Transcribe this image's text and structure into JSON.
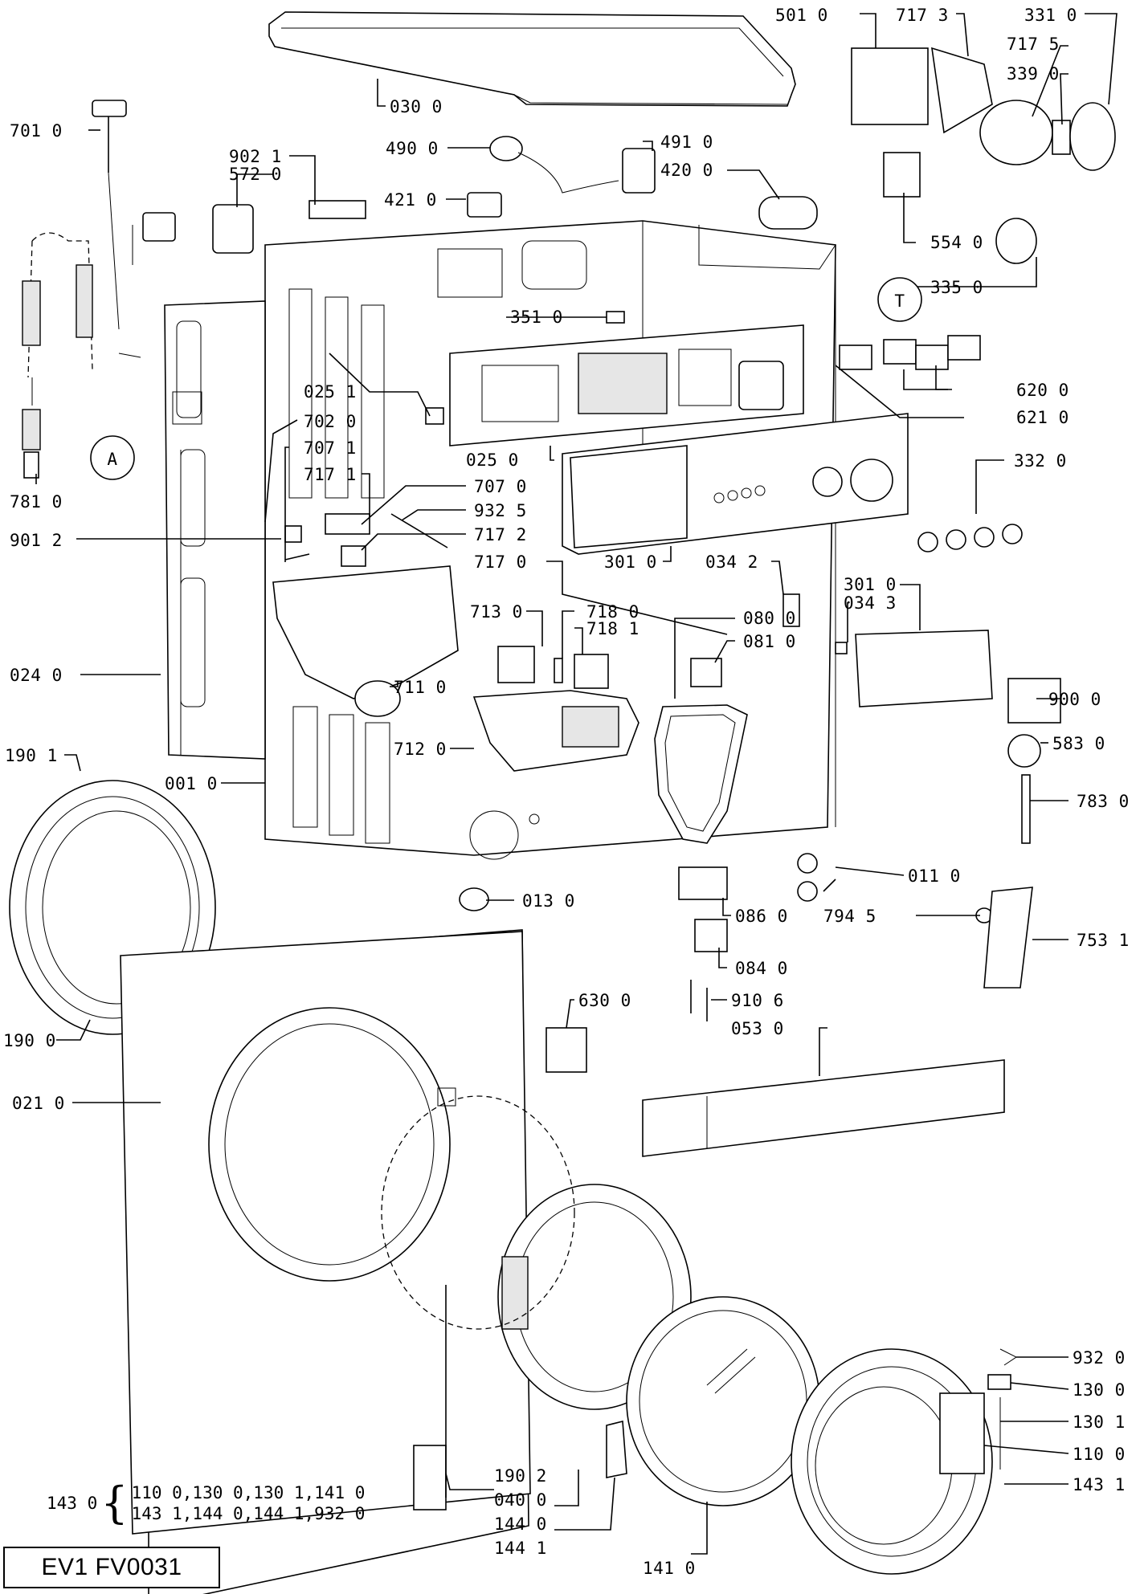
{
  "drawing_code": "EV1 FV0031",
  "markers": [
    "A",
    "T"
  ],
  "legend": {
    "key": "143 0",
    "line1": "110 0,130 0,130 1,141 0",
    "line2": "143 1,144 0,144 1,932 0"
  },
  "labels": [
    {
      "id": "501-0",
      "text": "501 0"
    },
    {
      "id": "717-3",
      "text": "717 3"
    },
    {
      "id": "331-0",
      "text": "331 0"
    },
    {
      "id": "717-5",
      "text": "717 5"
    },
    {
      "id": "339-0",
      "text": "339 0"
    },
    {
      "id": "030-0",
      "text": "030 0"
    },
    {
      "id": "701-0",
      "text": "701 0"
    },
    {
      "id": "902-1",
      "text": "902 1"
    },
    {
      "id": "572-0",
      "text": "572 0"
    },
    {
      "id": "490-0",
      "text": "490 0"
    },
    {
      "id": "491-0",
      "text": "491 0"
    },
    {
      "id": "420-0",
      "text": "420 0"
    },
    {
      "id": "421-0",
      "text": "421 0"
    },
    {
      "id": "554-0",
      "text": "554 0"
    },
    {
      "id": "335-0",
      "text": "335 0"
    },
    {
      "id": "351-0",
      "text": "351 0"
    },
    {
      "id": "620-0",
      "text": "620 0"
    },
    {
      "id": "621-0",
      "text": "621 0"
    },
    {
      "id": "025-1",
      "text": "025 1"
    },
    {
      "id": "702-0",
      "text": "702 0"
    },
    {
      "id": "707-1",
      "text": "707 1"
    },
    {
      "id": "025-0",
      "text": "025 0"
    },
    {
      "id": "781-0",
      "text": "781 0"
    },
    {
      "id": "717-1",
      "text": "717 1"
    },
    {
      "id": "707-0",
      "text": "707 0"
    },
    {
      "id": "932-5",
      "text": "932 5"
    },
    {
      "id": "901-2",
      "text": "901 2"
    },
    {
      "id": "717-2",
      "text": "717 2"
    },
    {
      "id": "301-0a",
      "text": "301 0"
    },
    {
      "id": "034-2",
      "text": "034 2"
    },
    {
      "id": "332-0",
      "text": "332 0"
    },
    {
      "id": "717-0",
      "text": "717 0"
    },
    {
      "id": "301-0b",
      "text": "301 0"
    },
    {
      "id": "034-3",
      "text": "034 3"
    },
    {
      "id": "713-0",
      "text": "713 0"
    },
    {
      "id": "718-0",
      "text": "718 0"
    },
    {
      "id": "080-0",
      "text": "080 0"
    },
    {
      "id": "718-1",
      "text": "718 1"
    },
    {
      "id": "081-0",
      "text": "081 0"
    },
    {
      "id": "024-0",
      "text": "024 0"
    },
    {
      "id": "900-0",
      "text": "900 0"
    },
    {
      "id": "711-0",
      "text": "711 0"
    },
    {
      "id": "712-0",
      "text": "712 0"
    },
    {
      "id": "583-0",
      "text": "583 0"
    },
    {
      "id": "190-1",
      "text": "190 1"
    },
    {
      "id": "001-0",
      "text": "001 0"
    },
    {
      "id": "783-0",
      "text": "783 0"
    },
    {
      "id": "011-0",
      "text": "011 0"
    },
    {
      "id": "013-0",
      "text": "013 0"
    },
    {
      "id": "086-0",
      "text": "086 0"
    },
    {
      "id": "794-5",
      "text": "794 5"
    },
    {
      "id": "753-1",
      "text": "753 1"
    },
    {
      "id": "084-0",
      "text": "084 0"
    },
    {
      "id": "630-0",
      "text": "630 0"
    },
    {
      "id": "910-6",
      "text": "910 6"
    },
    {
      "id": "053-0",
      "text": "053 0"
    },
    {
      "id": "190-0",
      "text": "190 0"
    },
    {
      "id": "021-0",
      "text": "021 0"
    },
    {
      "id": "932-0",
      "text": "932 0"
    },
    {
      "id": "130-0",
      "text": "130 0"
    },
    {
      "id": "130-1",
      "text": "130 1"
    },
    {
      "id": "110-0",
      "text": "110 0"
    },
    {
      "id": "190-2",
      "text": "190 2"
    },
    {
      "id": "143-1",
      "text": "143 1"
    },
    {
      "id": "040-0",
      "text": "040 0"
    },
    {
      "id": "144-0",
      "text": "144 0"
    },
    {
      "id": "144-1",
      "text": "144 1"
    },
    {
      "id": "141-0",
      "text": "141 0"
    }
  ]
}
